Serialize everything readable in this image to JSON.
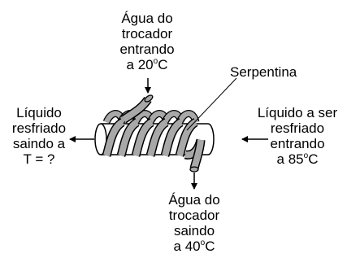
{
  "labels": {
    "water_in": [
      "Água do",
      "trocador",
      "entrando",
      "a 20"
    ],
    "water_in_unit": "C",
    "water_out": [
      "Água do",
      "trocador",
      "saindo",
      "a 40"
    ],
    "water_out_unit": "C",
    "liquid_out": [
      "Líquido",
      "resfriado",
      "saindo a",
      "T = ?"
    ],
    "liquid_in": [
      "Líquido a ser",
      "resfriado",
      "entrando",
      "a 85"
    ],
    "liquid_in_unit": "C",
    "degree_mark": "o",
    "coil": "Serpentina"
  },
  "colors": {
    "coil_fill": "#a8a8a8",
    "tube_fill": "#ffffff",
    "stroke": "#000000"
  }
}
